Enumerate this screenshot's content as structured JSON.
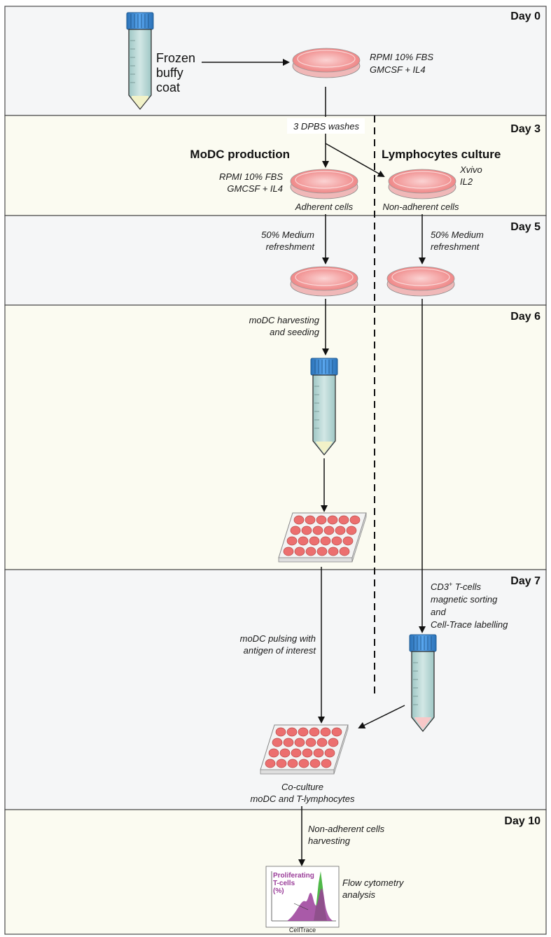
{
  "days": [
    "Day 0",
    "Day 3",
    "Day 5",
    "Day 6",
    "Day 7",
    "Day 10"
  ],
  "day0": {
    "tube_label": [
      "Frozen",
      "buffy",
      "coat"
    ],
    "medium": [
      "RPMI 10% FBS",
      "GMCSF + IL4"
    ]
  },
  "day3": {
    "wash_label": "3 DPBS washes",
    "left_title": "MoDC production",
    "right_title": "Lymphocytes culture",
    "left_medium": [
      "RPMI 10% FBS",
      "GMCSF + IL4"
    ],
    "right_medium": [
      "Xvivo",
      "IL2"
    ],
    "left_caption": "Adherent cells",
    "right_caption": "Non-adherent cells"
  },
  "day5": {
    "left_step": [
      "50% Medium",
      "refreshment"
    ],
    "right_step": [
      "50% Medium",
      "refreshment"
    ]
  },
  "day6": {
    "step": [
      "moDC harvesting",
      "and seeding"
    ]
  },
  "day7": {
    "sort_step": [
      "CD3",
      "T-cells",
      "magnetic sorting",
      "and",
      "Cell-Trace labelling"
    ],
    "pulse_step": [
      "moDC pulsing with",
      "antigen of interest"
    ],
    "coculture": [
      "Co-culture",
      "moDC and T-lymphocytes"
    ]
  },
  "day10": {
    "harvest_step": [
      "Non-adherent cells",
      "harvesting"
    ],
    "analysis": [
      "Flow cytometry",
      "analysis"
    ],
    "histogram_label": [
      "Proliferating",
      "T-cells",
      "(%)"
    ],
    "histogram_axis": "CellTrace"
  },
  "colors": {
    "band_light": "#f5f6f7",
    "band_cream": "#fbfbf1",
    "dish": "#f08a8a",
    "tube_cap": "#3d8fd8",
    "tube_body": "#bcd8d6",
    "histogram_purple": "#9a3d99",
    "histogram_green": "#4fb848"
  }
}
